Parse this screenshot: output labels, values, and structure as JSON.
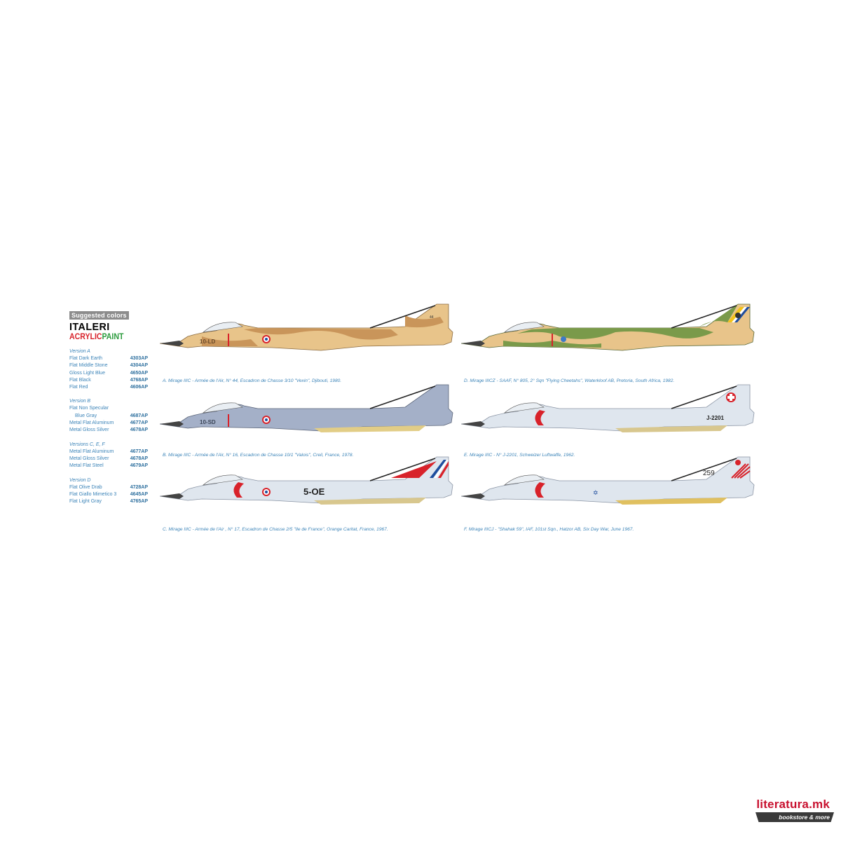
{
  "legend": {
    "header": "Suggested colors",
    "brand": "ITALERI",
    "brand_sub_red": "ACRYLIC",
    "brand_sub_green": "PAINT",
    "groups": [
      {
        "title": "Version A",
        "items": [
          {
            "name": "Flat Dark Earth",
            "code": "4303AP"
          },
          {
            "name": "Flat Middle Stone",
            "code": "4304AP"
          },
          {
            "name": "Gloss Light Blue",
            "code": "4650AP"
          },
          {
            "name": "Flat Black",
            "code": "4768AP"
          },
          {
            "name": "Flat Red",
            "code": "4606AP"
          }
        ]
      },
      {
        "title": "Version B",
        "items": [
          {
            "name": "Flat Non Specular",
            "code": ""
          },
          {
            "name": "Blue Gray",
            "code": "4687AP"
          },
          {
            "name": "Metal Flat Aluminum",
            "code": "4677AP"
          },
          {
            "name": "Metal Gloss Silver",
            "code": "4678AP"
          }
        ]
      },
      {
        "title": "Versions C, E, F",
        "items": [
          {
            "name": "Metal Flat Aluminum",
            "code": "4677AP"
          },
          {
            "name": "Metal Gloss Silver",
            "code": "4678AP"
          },
          {
            "name": "Metal Flat Steel",
            "code": "4679AP"
          }
        ]
      },
      {
        "title": "Version D",
        "items": [
          {
            "name": "Flat Olive Drab",
            "code": "4728AP"
          },
          {
            "name": "Flat Giallo Mimetico 3",
            "code": "4645AP"
          },
          {
            "name": "Flat Light Gray",
            "code": "4765AP"
          }
        ]
      }
    ]
  },
  "profiles": [
    {
      "id": "A",
      "caption": "A. Mirage IIIC - Armée de l'Air, N° 44, Escadron de Chasse 3/10 \"Vexin\", Djibouti, 1980.",
      "code": "10-LD",
      "fin_text": "44",
      "scheme": "desert"
    },
    {
      "id": "B",
      "caption": "B. Mirage IIIC - Armée de l'Air, N° 16, Escadron de Chasse 10/1 \"Valois\", Creil, France, 1978.",
      "code": "10-SD",
      "fin_text": "",
      "scheme": "bluegray"
    },
    {
      "id": "C",
      "caption": "C. Mirage IIIC - Armée de l'Air , N° 17,  Escadron de Chasse 2/5 \"Ile de France\", Orange Caritat, France, 1967.",
      "code": "5-OE",
      "fin_text": "",
      "scheme": "silver_fr"
    },
    {
      "id": "D",
      "caption": "D. Mirage IIICZ - SAAF, N° 805, 2° Sqn \"Flying Cheetahs\", Waterkloof AB, Pretoria, South Africa, 1982.",
      "code": "",
      "fin_text": "",
      "scheme": "camo"
    },
    {
      "id": "E",
      "caption": "E. Mirage IIIC - N° J-2201, Schweizer Luftwaffe, 1962.",
      "code": "J-2201",
      "fin_text": "",
      "scheme": "silver_ch"
    },
    {
      "id": "F",
      "caption": "F. Mirage IIICJ - \"Shahak 59\", IAF, 101st Sqn., Hatzor AB, Six Day War, June 1967.",
      "code": "",
      "fin_text": "259",
      "scheme": "silver_il"
    }
  ],
  "watermark": {
    "title": "literatura.mk",
    "subtitle": "bookstore & more"
  },
  "colors": {
    "caption_blue": "#3c84b8",
    "brand_red": "#d8222a",
    "brand_green": "#2a9a3c",
    "wm_red": "#c8102e"
  }
}
